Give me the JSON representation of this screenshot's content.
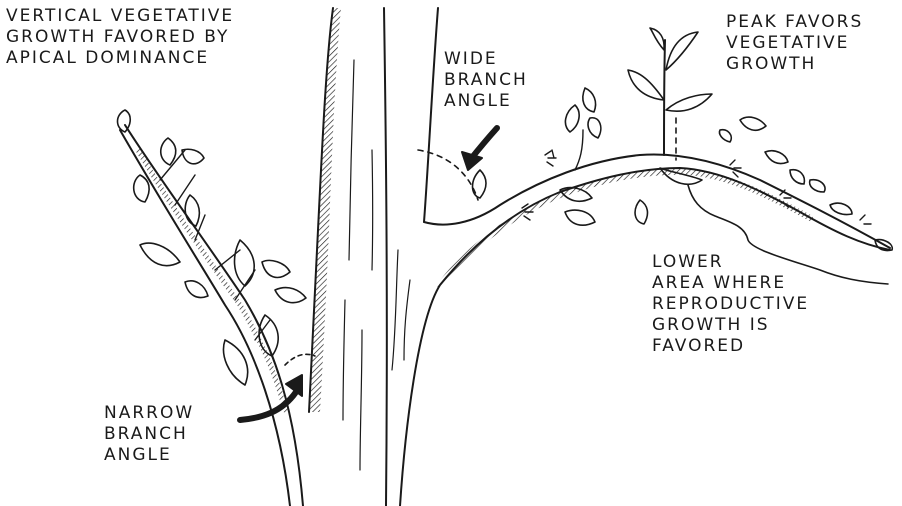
{
  "labels": {
    "vertical_growth": [
      "VERTICAL VEGETATIVE",
      "GROWTH FAVORED BY",
      "APICAL DOMINANCE"
    ],
    "wide_angle": [
      "WIDE",
      "BRANCH",
      "ANGLE"
    ],
    "peak": [
      "PEAK FAVORS",
      "VEGETATIVE",
      "GROWTH"
    ],
    "lower_area": [
      "LOWER",
      "AREA WHERE",
      "REPRODUCTIVE",
      "GROWTH IS",
      "FAVORED"
    ],
    "narrow_angle": [
      "NARROW",
      "BRANCH",
      "ANGLE"
    ]
  },
  "colors": {
    "ink": "#1a1a1a",
    "paper": "#ffffff"
  }
}
